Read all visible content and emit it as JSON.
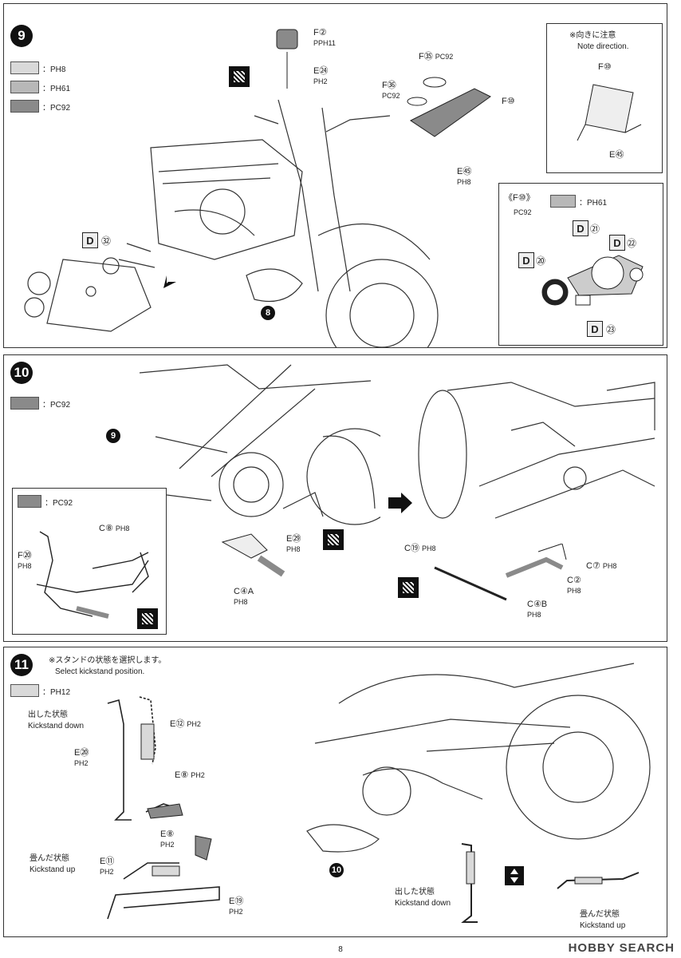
{
  "step9": {
    "number": "9",
    "swatches": [
      {
        "color": "#d9d9d9",
        "code": "：PH8"
      },
      {
        "color": "#b8b8b8",
        "code": "：PH61"
      },
      {
        "color": "#8a8a8a",
        "code": "：PC92"
      }
    ],
    "labels": {
      "f2": "F②",
      "f2_ref": "PH11",
      "e24": "E㉔",
      "e24_ref": "PH2",
      "f35": "F㉟",
      "f35_ref": "PC92",
      "f36": "F㊱",
      "f36_ref": "PC92",
      "f10": "F⑩",
      "e45": "E㊺",
      "e45_ref": "PH8",
      "d": "D",
      "d32": "㉜",
      "circle8": "8"
    },
    "inset_direction": {
      "jp": "※向きに注意",
      "en": "Note direction.",
      "f10": "F⑩",
      "e45": "E㊺"
    },
    "inset_gauges": {
      "part": "《F⑩》",
      "ref1": "PC92",
      "ref2": "：PH61",
      "d20": "⑳",
      "d21": "㉑",
      "d22": "㉒",
      "d23": "㉓"
    }
  },
  "step10": {
    "number": "10",
    "swatches": [
      {
        "color": "#8a8a8a",
        "code": "：PC92"
      }
    ],
    "labels": {
      "circle9": "9",
      "inset_code": "：PC92",
      "c8": "C⑧",
      "c8_ref": "PH8",
      "f20": "F⑳",
      "f20_ref": "PH8",
      "e29": "E㉙",
      "e29_ref": "PH8",
      "c4a": "C④A",
      "c4a_ref": "PH8",
      "c19": "C⑲",
      "c19_ref": "PH8",
      "c7": "C⑦",
      "c7_ref": "PH8",
      "c2": "C②",
      "c2_ref": "PH8",
      "c4b": "C④B",
      "c4b_ref": "PH8"
    }
  },
  "step11": {
    "number": "11",
    "note_jp": "※スタンドの状態を選択します。",
    "note_en": "Select kickstand position.",
    "swatches": [
      {
        "color": "#d9d9d9",
        "code": "：PH12"
      }
    ],
    "down_jp": "出した状態",
    "down_en": "Kickstand down",
    "up_jp": "畳んだ状態",
    "up_en": "Kickstand up",
    "labels": {
      "e12": "E⑫",
      "e12_ref": "PH2",
      "e20": "E⑳",
      "e20_ref": "PH2",
      "e8a": "E⑧",
      "e8a_ref": "PH2",
      "e8b": "E⑧",
      "e8b_ref": "PH2",
      "e11": "E⑪",
      "e11_ref": "PH2",
      "e19": "E⑲",
      "e19_ref": "PH2",
      "circle10": "10"
    },
    "right_down_jp": "出した状態",
    "right_down_en": "Kickstand down",
    "right_up_jp": "畳んだ状態",
    "right_up_en": "Kickstand up"
  },
  "footer": {
    "page_number": "8",
    "watermark": "HOBBY SEARCH"
  }
}
